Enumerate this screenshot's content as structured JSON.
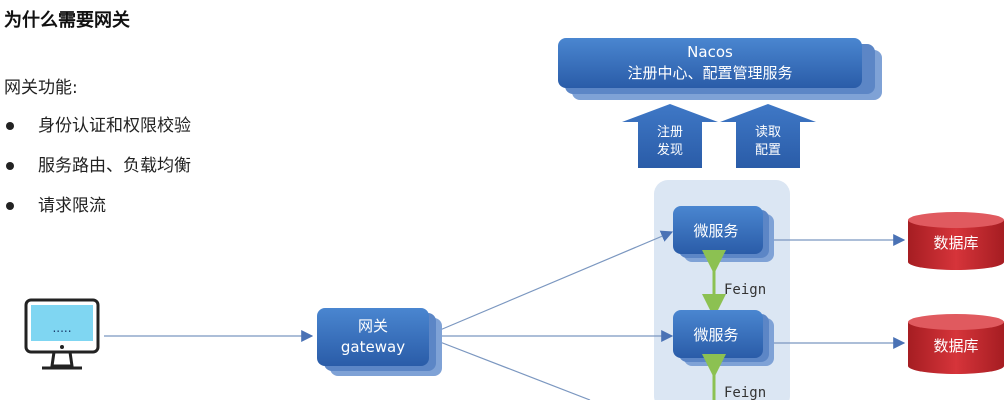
{
  "heading": "为什么需要网关",
  "functions_label": "网关功能:",
  "functions": [
    "身份认证和权限校验",
    "服务路由、负载均衡",
    "请求限流"
  ],
  "nacos": {
    "line1": "Nacos",
    "line2": "注册中心、配置管理服务"
  },
  "arrows": {
    "register": [
      "注册",
      "发现"
    ],
    "read": [
      "读取",
      "配置"
    ]
  },
  "gateway": {
    "line1": "网关",
    "line2": "gateway"
  },
  "client_screen_text": ".....",
  "microservice_label": "微服务",
  "feign_label": "Feign",
  "database_label": "数据库",
  "colors": {
    "box_blue": "#2f66b3",
    "shadow_blue": "#7fa2d6",
    "group_bg": "#dbe6f3",
    "feign_green": "#8cc152",
    "db_red": "#c6282e",
    "line_gray": "#7b97c0",
    "screen_cyan": "#7fd6f2"
  }
}
